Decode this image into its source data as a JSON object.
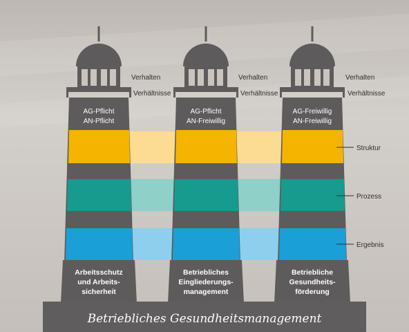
{
  "colors": {
    "background": "#c9c4be",
    "tower": "#5d5b5b",
    "band_struktur": "#f5b400",
    "band_prozess": "#179b8e",
    "band_ergebnis": "#1aa0d6",
    "connector_struktur": "#fbdc92",
    "connector_prozess": "#8fd0c9",
    "connector_ergebnis": "#8dcfec",
    "base": "#5f5d5d",
    "text_light": "#ffffff",
    "text_dark": "#2f2f2f"
  },
  "towers": [
    {
      "top_lines": [
        "AG-Pflicht",
        "AN-Pflicht"
      ],
      "verhalten": "Verhalten",
      "verhaeltnisse": "Verhältnisse",
      "name_lines": [
        "Arbeitsschutz",
        "und Arbeits-",
        "sicherheit"
      ]
    },
    {
      "top_lines": [
        "AG-Pflicht",
        "AN-Freiwillig"
      ],
      "verhalten": "Verhalten",
      "verhaeltnisse": "Verhältnisse",
      "name_lines": [
        "Betriebliches",
        "Eingliederungs-",
        "management"
      ]
    },
    {
      "top_lines": [
        "AG-Freiwillig",
        "AN-Freiwillig"
      ],
      "verhalten": "Verhalten",
      "verhaeltnisse": "Verhältnisse",
      "name_lines": [
        "Betriebliche",
        "Gesundheits-",
        "förderung"
      ]
    }
  ],
  "levels": {
    "struktur": "Struktur",
    "prozess": "Prozess",
    "ergebnis": "Ergebnis"
  },
  "base_title": "Betriebliches Gesundheitsmanagement"
}
